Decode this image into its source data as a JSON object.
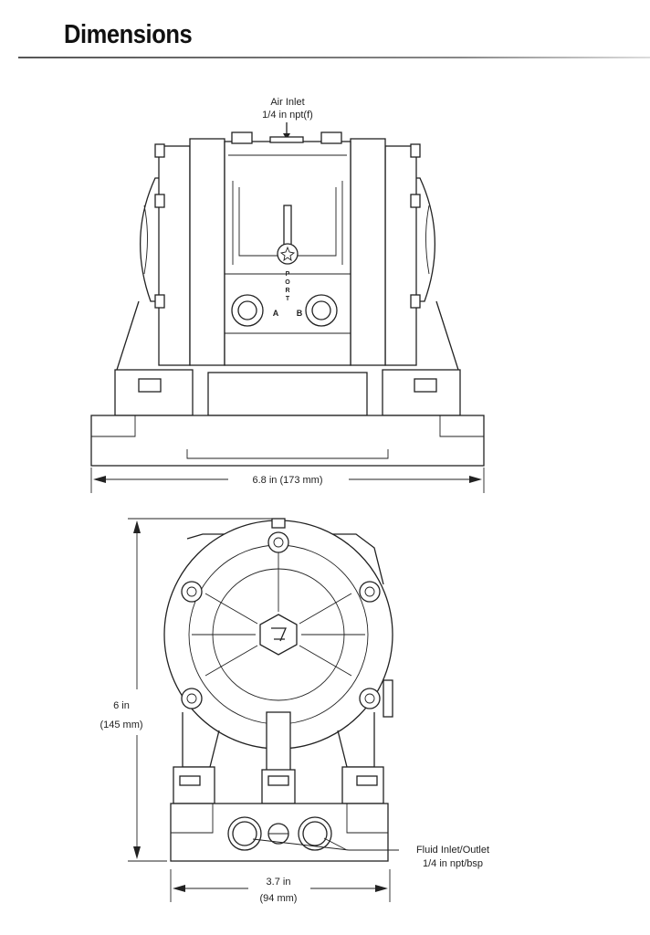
{
  "page": {
    "title": "Dimensions"
  },
  "front_view": {
    "air_inlet_label": "Air Inlet",
    "air_inlet_spec": "1/4 in npt(f)",
    "port_letters": [
      "P",
      "O",
      "R",
      "T"
    ],
    "port_a": "A",
    "port_b": "B",
    "width_dimension": "6.8 in (173 mm)"
  },
  "side_view": {
    "height_dimension": "6 in",
    "height_dimension_mm": "(145 mm)",
    "width_dimension": "3.7 in",
    "width_dimension_mm": "(94 mm)",
    "fluid_label": "Fluid Inlet/Outlet",
    "fluid_spec": "1/4 in npt/bsp"
  }
}
